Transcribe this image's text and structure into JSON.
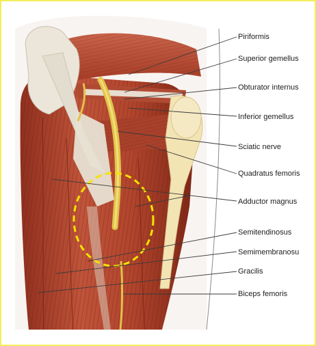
{
  "labels": {
    "piriformis": "Piriformis",
    "superior_gemellus": "Superior gemellus",
    "obturator_internus": "Obturator internus",
    "inferior_gemellus": "Inferior gemellus",
    "sciatic_nerve": "Sciatic nerve",
    "quadratus_femoris": "Quadratus femoris",
    "adductor_magnus": "Adductor magnus",
    "semitendinosus": "Semitendinosus",
    "semimembranosus": "Semimembranosu",
    "gracilis": "Gracilis",
    "biceps_femoris": "Biceps femoris"
  },
  "colors": {
    "frame_border": "#f2ee5a",
    "highlight_circle": "#f5e400",
    "muscle": "#b5452f",
    "tendon": "#e9e3d6",
    "bone": "#f3e4b4",
    "nerve": "#e4c54a"
  }
}
